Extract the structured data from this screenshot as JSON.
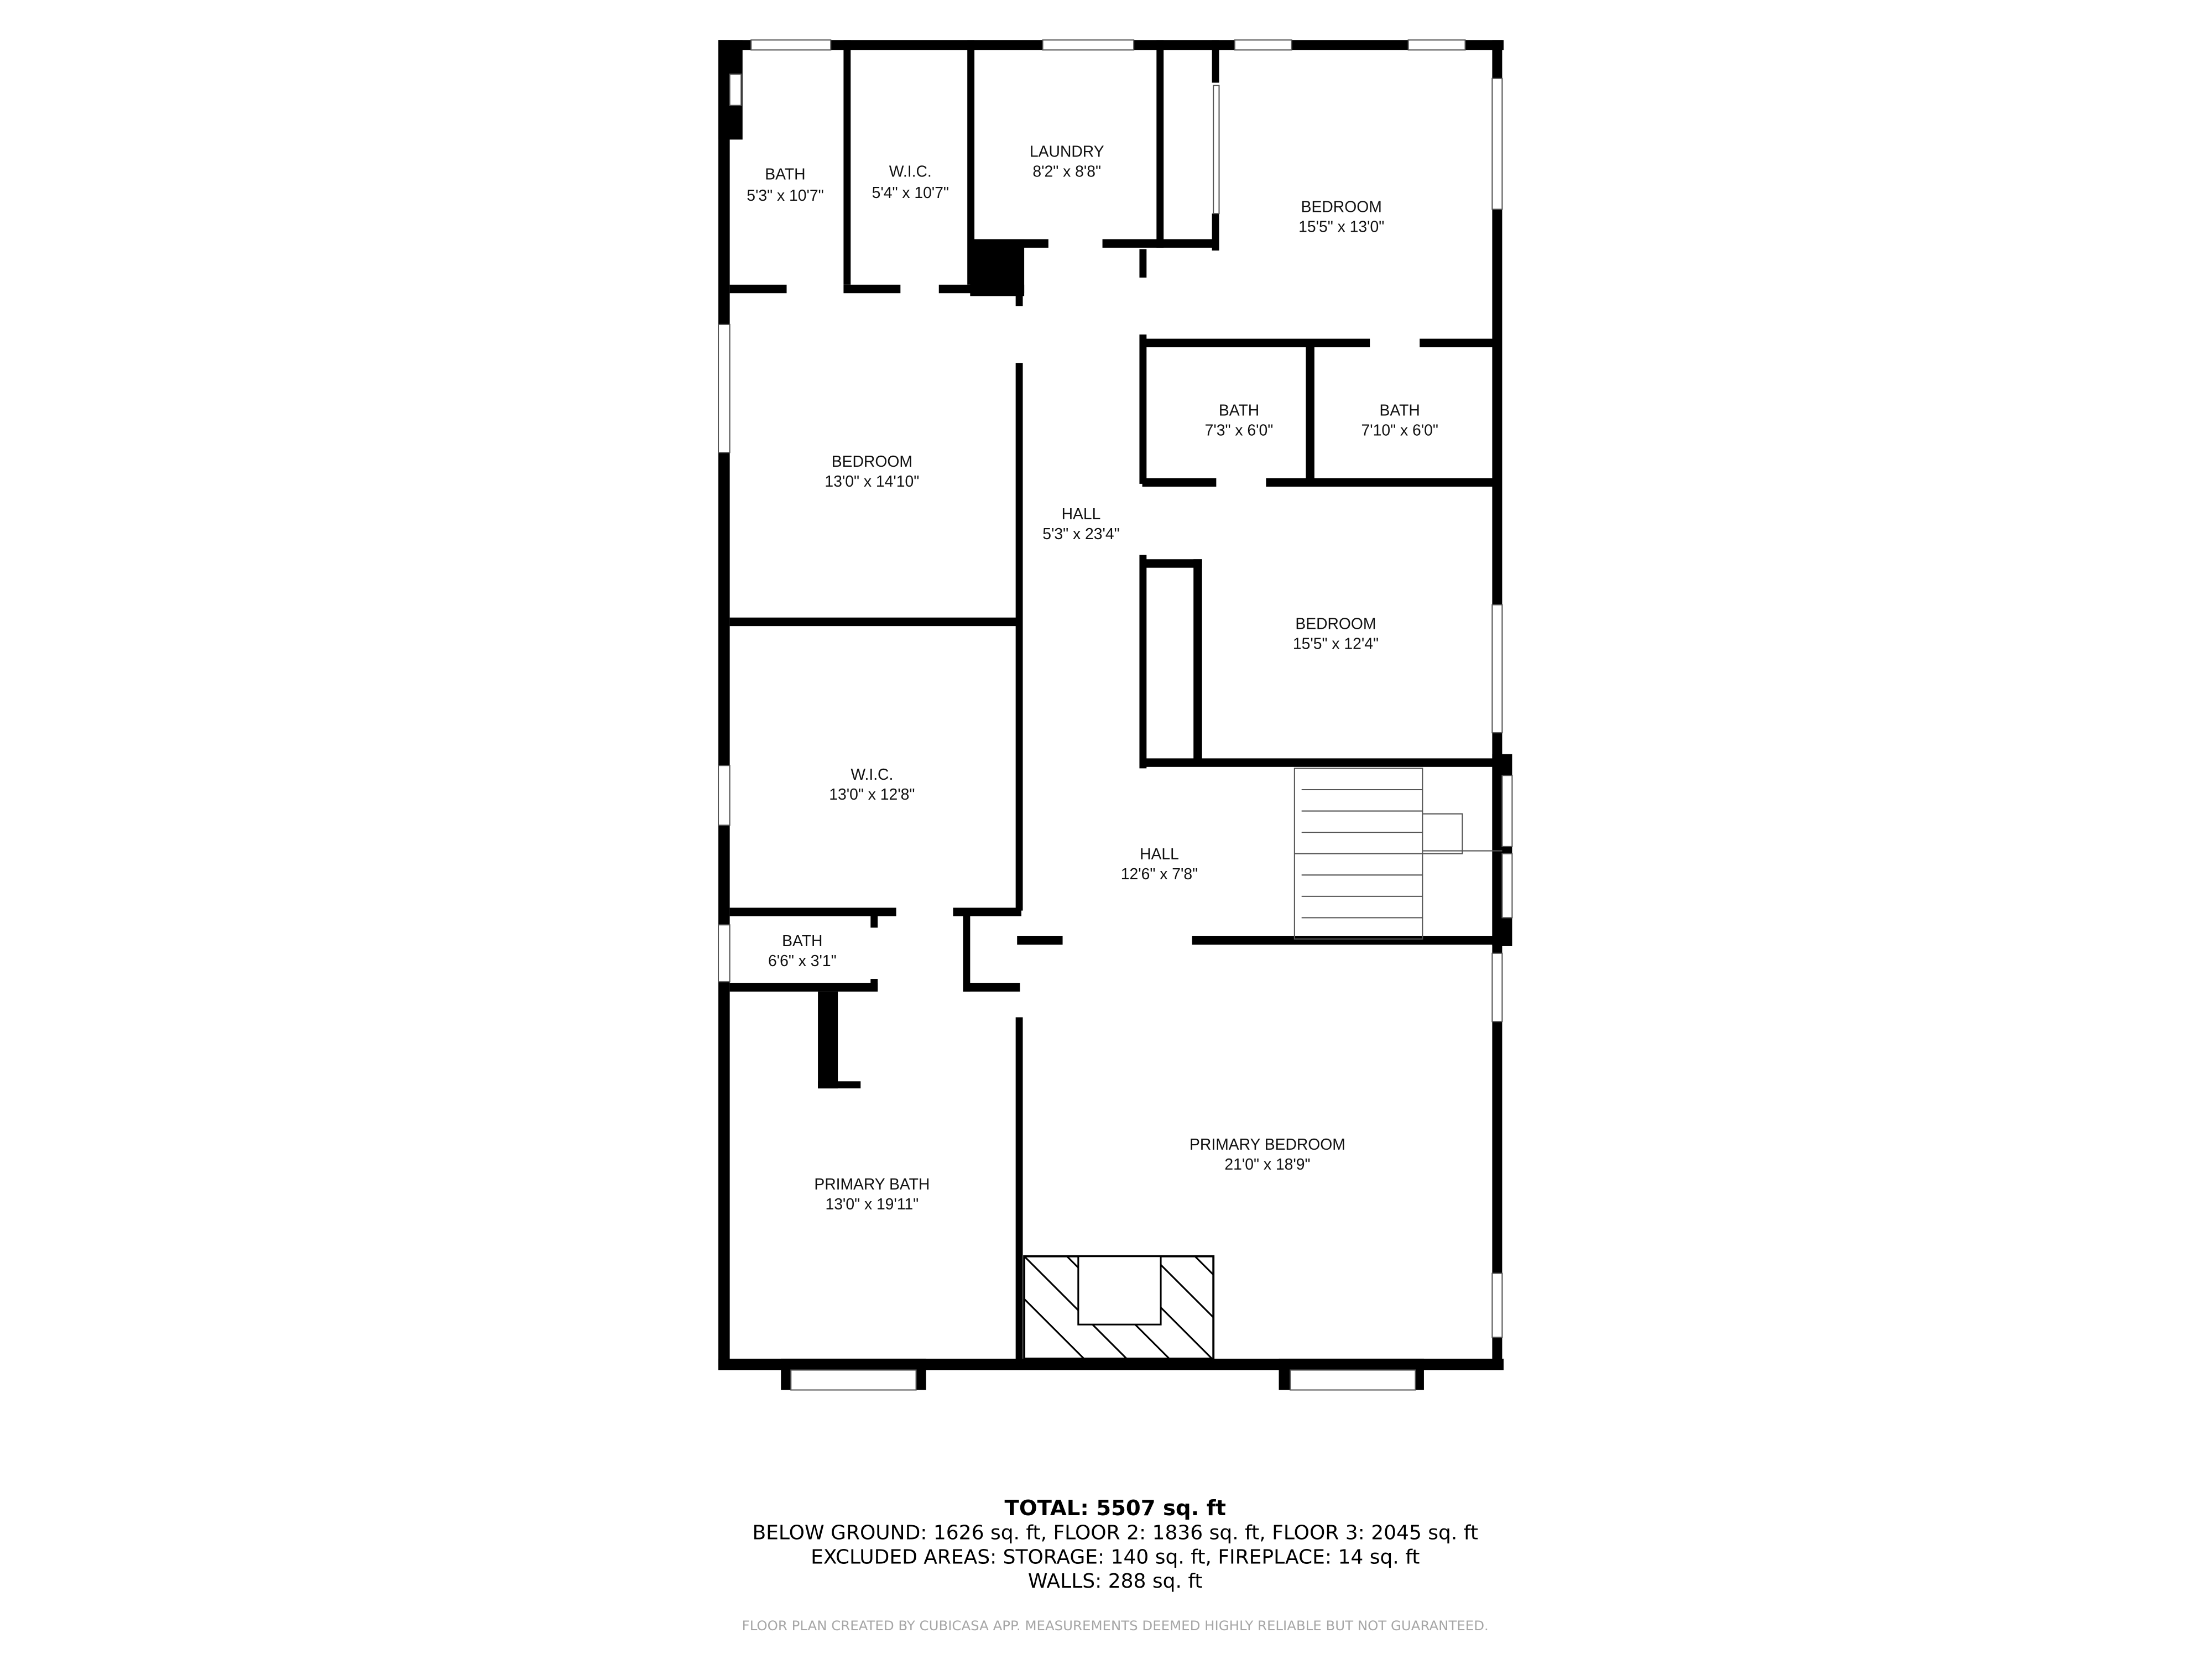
{
  "rooms": [
    {
      "name": "BATH",
      "size": "5'3\" x 10'7\""
    },
    {
      "name": "W.I.C.",
      "size": "5'4\" x 10'7\""
    },
    {
      "name": "LAUNDRY",
      "size": "8'2\" x 8'8\""
    },
    {
      "name": "BEDROOM",
      "size": "15'5\" x 13'0\""
    },
    {
      "name": "BATH",
      "size": "7'3\" x 6'0\""
    },
    {
      "name": "BATH",
      "size": "7'10\" x 6'0\""
    },
    {
      "name": "BEDROOM",
      "size": "13'0\" x 14'10\""
    },
    {
      "name": "HALL",
      "size": "5'3\" x 23'4\""
    },
    {
      "name": "BEDROOM",
      "size": "15'5\" x 12'4\""
    },
    {
      "name": "W.I.C.",
      "size": "13'0\" x 12'8\""
    },
    {
      "name": "HALL",
      "size": "12'6\" x 7'8\""
    },
    {
      "name": "BATH",
      "size": "6'6\" x 3'1\""
    },
    {
      "name": "PRIMARY BEDROOM",
      "size": "21'0\" x 18'9\""
    },
    {
      "name": "PRIMARY BATH",
      "size": "13'0\" x 19'11\""
    }
  ],
  "summary": {
    "total": "TOTAL: 5507 sq. ft",
    "floors": "BELOW GROUND: 1626 sq. ft, FLOOR 2: 1836 sq. ft, FLOOR 3: 2045 sq. ft",
    "excluded": "EXCLUDED AREAS: STORAGE: 140 sq. ft, FIREPLACE: 14 sq. ft",
    "walls": "WALLS: 288 sq. ft"
  },
  "footer": "FLOOR PLAN CREATED BY CUBICASA APP. MEASUREMENTS DEEMED HIGHLY RELIABLE BUT NOT GUARANTEED.",
  "colors": {
    "wall": "#000000",
    "footer": "#a6a6a6"
  }
}
